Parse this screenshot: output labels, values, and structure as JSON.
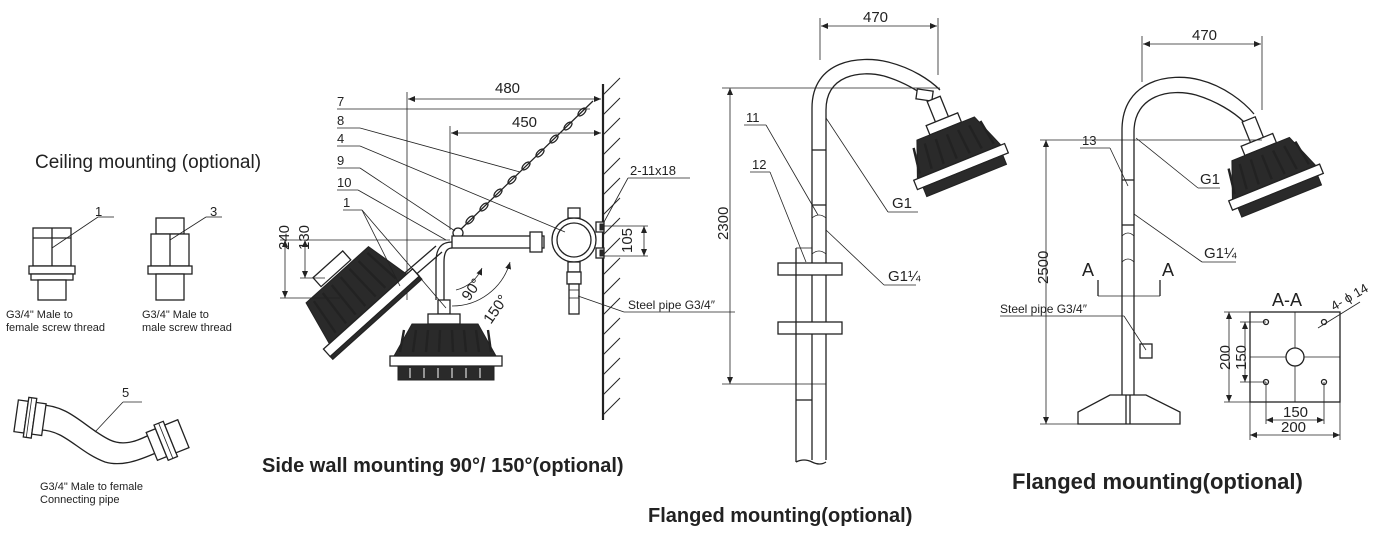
{
  "captions": {
    "ceiling": "Ceiling mounting (optional)",
    "side_wall": "Side wall mounting 90°/ 150°(optional)",
    "flanged_a": "Flanged mounting(optional)",
    "flanged_b": "Flanged mounting(optional)"
  },
  "fittings": {
    "f1": {
      "number": "1",
      "desc_line1": "G3/4\" Male to",
      "desc_line2": "female screw thread"
    },
    "f3": {
      "number": "3",
      "desc_line1": "G3/4\" Male to",
      "desc_line2": "male screw thread"
    },
    "f5": {
      "number": "5",
      "desc_line1": "G3/4\" Male to female",
      "desc_line2": "Connecting pipe"
    }
  },
  "side_wall": {
    "dims": {
      "d480": "480",
      "d450": "450",
      "d240": "240",
      "d130": "130",
      "d105": "105",
      "angle90": "90°",
      "angle150": "150°"
    },
    "callouts": {
      "c7": "7",
      "c8": "8",
      "c4": "4",
      "c9": "9",
      "c10": "10",
      "c1": "1",
      "bolt": "2-11x18"
    },
    "pipe_label": "Steel pipe G3/4″"
  },
  "flange_a": {
    "dims": {
      "d470": "470",
      "d2300": "2300"
    },
    "callouts": {
      "c11": "11",
      "c12": "12"
    },
    "thread_g1": "G1",
    "thread_g114": "G1¼"
  },
  "flange_b": {
    "dims": {
      "d470": "470",
      "d2500": "2500",
      "d200v": "200",
      "d150v": "150",
      "d150h": "150",
      "d200h": "200"
    },
    "callouts": {
      "c13": "13"
    },
    "thread_g1": "G1",
    "thread_g114": "G1¼",
    "section_a_left": "A",
    "section_a_right": "A",
    "section_title": "A-A",
    "holes": "4- ϕ 14",
    "pipe_label": "Steel pipe G3/4″"
  },
  "colors": {
    "ink": "#222222",
    "background": "#ffffff"
  }
}
